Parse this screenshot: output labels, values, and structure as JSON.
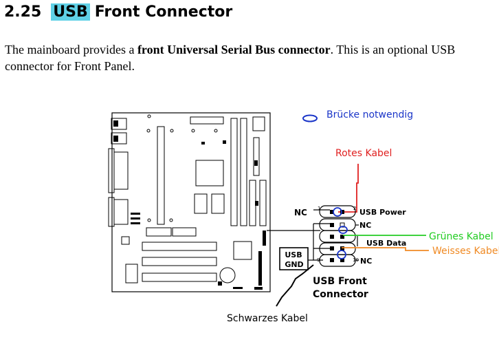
{
  "section": {
    "number": "2.25",
    "highlight": "USB",
    "title_rest": "Front Connector"
  },
  "intro": {
    "text_1": "The mainboard provides a ",
    "bold": "front Universal Serial Bus connector",
    "text_2": ".  This is an optional USB connector for Front Panel."
  },
  "diagram": {
    "legend": "Brücke notwendig",
    "red_cable": "Rotes Kabel",
    "green_cable": "Grünes Kabel",
    "white_cable": "Weisses Kabel",
    "black_cable": "Schwarzes Kabel",
    "pin_labels": {
      "nc_left": "NC",
      "usb_power": "USB Power",
      "nc_right_1": "NC",
      "usb_data": "USB Data",
      "nc_right_2": "NC",
      "pin1": "1",
      "pin2": "2",
      "pin9": "9",
      "pin10": "10"
    },
    "gnd_box": {
      "line1": "USB",
      "line2": "GND"
    },
    "caption": {
      "line1": "USB Front",
      "line2": "Connector"
    },
    "colors": {
      "legend": "#1a35c8",
      "red": "#e02020",
      "green": "#22cc22",
      "orange": "#f08a24",
      "black": "#000000",
      "heading_highlight": "#5fd0e6"
    }
  }
}
